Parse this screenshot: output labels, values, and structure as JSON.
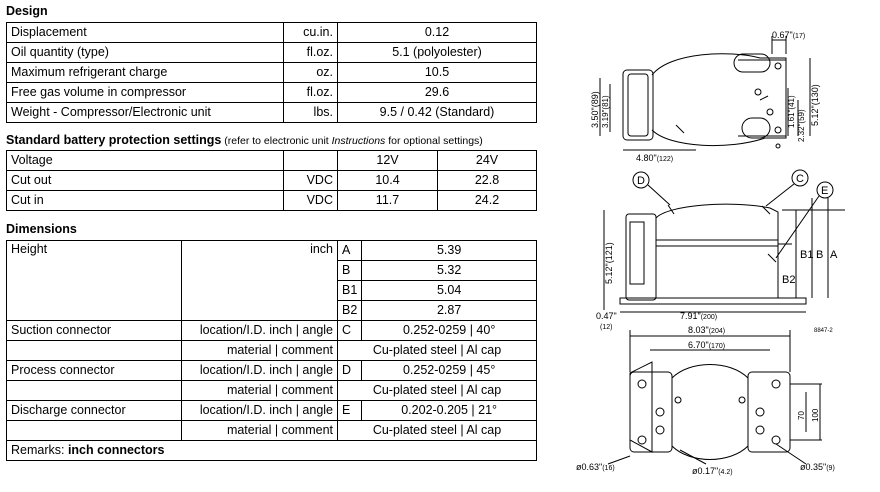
{
  "design": {
    "heading": "Design",
    "rows": [
      {
        "label": "Displacement",
        "unit": "cu.in.",
        "value": "0.12"
      },
      {
        "label": "Oil quantity (type)",
        "unit": "fl.oz.",
        "value": "5.1 (polyolester)"
      },
      {
        "label": "Maximum refrigerant charge",
        "unit": "oz.",
        "value": "10.5"
      },
      {
        "label": "Free gas volume in compressor",
        "unit": "fl.oz.",
        "value": "29.6"
      },
      {
        "label": "Weight - Compressor/Electronic unit",
        "unit": "lbs.",
        "value": "9.5 / 0.42 (Standard)"
      }
    ]
  },
  "battery": {
    "heading": "Standard battery protection settings",
    "note_pre": " (refer to electronic unit ",
    "note_italic": "Instructions",
    "note_post": " for optional settings)",
    "header": {
      "label": "Voltage",
      "col1": "12V",
      "col2": "24V"
    },
    "rows": [
      {
        "label": "Cut out",
        "unit": "VDC",
        "v12": "10.4",
        "v24": "22.8"
      },
      {
        "label": "Cut in",
        "unit": "VDC",
        "v12": "11.7",
        "v24": "24.2"
      }
    ]
  },
  "dimensions": {
    "heading": "Dimensions",
    "height_label": "Height",
    "height_unit": "inch",
    "heights": [
      {
        "code": "A",
        "value": "5.39"
      },
      {
        "code": "B",
        "value": "5.32"
      },
      {
        "code": "B1",
        "value": "5.04"
      },
      {
        "code": "B2",
        "value": "2.87"
      }
    ],
    "connectors": [
      {
        "name": "Suction connector",
        "spec": "location/I.D. inch | angle",
        "code": "C",
        "value": "0.252-0259 | 40°",
        "mat_label": "material | comment",
        "material": "Cu-plated steel | Al cap"
      },
      {
        "name": "Process connector",
        "spec": "location/I.D. inch | angle",
        "code": "D",
        "value": "0.252-0259 | 45°",
        "mat_label": "material | comment",
        "material": "Cu-plated steel | Al cap"
      },
      {
        "name": "Discharge connector",
        "spec": "location/I.D. inch | angle",
        "code": "E",
        "value": "0.202-0.205 | 21°",
        "mat_label": "material | comment",
        "material": "Cu-plated steel | Al cap"
      }
    ],
    "remarks_label": "Remarks: ",
    "remarks_value": "inch connectors"
  },
  "drawing": {
    "top": {
      "d1": "0.67\"",
      "d1m": "(17)",
      "d2": "3.50\"(89)",
      "d3": "3.19\"(81)",
      "d4": "1.61\"(41)",
      "d5": "2.32\"(59)",
      "d6": "5.12\"(130)",
      "d7": "4.80\"",
      "d7m": "(122)"
    },
    "side": {
      "labelD": "D",
      "labelC": "C",
      "labelE": "E",
      "h": "5.12\"(121)",
      "B1": "B1",
      "B": "B",
      "A": "A",
      "B2": "B2",
      "w": "7.91\"",
      "wm": "(200)",
      "s": "0.47\"",
      "sm": "(12)",
      "ref": "8847-2"
    },
    "base": {
      "w1": "8.03\"",
      "w1m": "(204)",
      "w2": "6.70\"",
      "w2m": "(170)",
      "h1": "70",
      "h2": "100",
      "d1": "ø0.63\"",
      "d1m": "(16)",
      "d2": "ø0.17\"",
      "d2m": "(4.2)",
      "d3": "ø0.35\"",
      "d3m": "(9)"
    }
  }
}
